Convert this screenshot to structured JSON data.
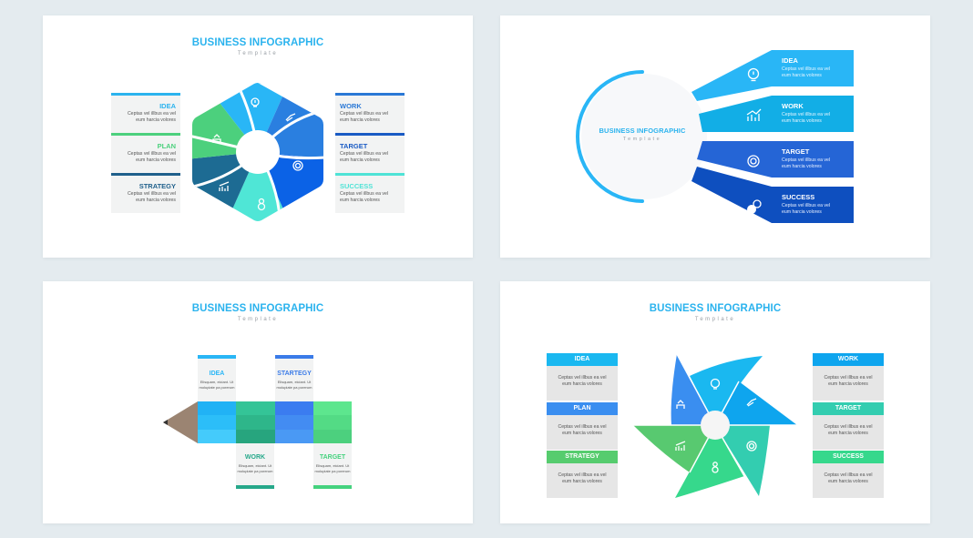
{
  "slides": [
    {
      "title": "BUSINESS INFOGRAPHIC",
      "subtitle": "Template",
      "layout": "hexagon-swirl",
      "left_items": [
        {
          "label": "IDEA",
          "desc_line1": "Ceptas vel illbus ea vel",
          "desc_line2": "eum harcia volores",
          "color": "#2bb3ee"
        },
        {
          "label": "PLAN",
          "desc_line1": "Ceptas vel illbus ea vel",
          "desc_line2": "eum harcia volores",
          "color": "#4cd07d"
        },
        {
          "label": "STRATEGY",
          "desc_line1": "Ceptas vel illbus ea vel",
          "desc_line2": "eum harcia volores",
          "color": "#1f5f8b"
        }
      ],
      "right_items": [
        {
          "label": "WORK",
          "desc_line1": "Ceptas vel illbus ea vel",
          "desc_line2": "eum harcia volores",
          "color": "#2a78d6"
        },
        {
          "label": "TARGET",
          "desc_line1": "Ceptas vel illbus ea vel",
          "desc_line2": "eum harcia volores",
          "color": "#1a5bc4"
        },
        {
          "label": "SUCCESS",
          "desc_line1": "Ceptas vel illbus ea vel",
          "desc_line2": "eum harcia volores",
          "color": "#4fe3d6"
        }
      ],
      "segment_icons": [
        "lightbulb-icon",
        "handshake-icon",
        "target-icon",
        "money-gear-icon",
        "growth-chart-icon",
        "team-icon"
      ]
    },
    {
      "title": "BUSINESS INFOGRAPHIC",
      "subtitle": "Template",
      "layout": "fan-banners",
      "items": [
        {
          "label": "IDEA",
          "desc_line1": "Ceptas vel illbus ea vel",
          "desc_line2": "eum harcia volores",
          "color": "#29b6f6",
          "icon": "lightbulb-icon"
        },
        {
          "label": "WORK",
          "desc_line1": "Ceptas vel illbus ea vel",
          "desc_line2": "eum harcia volores",
          "color": "#12aee6",
          "icon": "growth-chart-icon"
        },
        {
          "label": "TARGET",
          "desc_line1": "Ceptas vel illbus ea vel",
          "desc_line2": "eum harcia volores",
          "color": "#2565d6",
          "icon": "target-icon"
        },
        {
          "label": "SUCCESS",
          "desc_line1": "Ceptas vel illbus ea vel",
          "desc_line2": "eum harcia volores",
          "color": "#0e4fbf",
          "icon": "money-gear-icon"
        }
      ]
    },
    {
      "title": "BUSINESS INFOGRAPHIC",
      "subtitle": "Template",
      "layout": "pencil",
      "items": [
        {
          "label": "IDEA",
          "desc_line1": "Elisquam, eiciant. Ut",
          "desc_line2": "molupiate pa porerum",
          "color": "#29b6f6",
          "position": "top"
        },
        {
          "label": "WORK",
          "desc_line1": "Elisquam, eiciant. Ut",
          "desc_line2": "molupiate pa porerum",
          "color": "#26a88a",
          "position": "bottom"
        },
        {
          "label": "STARTEGY",
          "desc_line1": "Elisquam, eiciant. Ut",
          "desc_line2": "molupiate pa porerum",
          "color": "#3a7be8",
          "position": "top"
        },
        {
          "label": "TARGET",
          "desc_line1": "Elisquam, eiciant. Ut",
          "desc_line2": "molupiate pa porerum",
          "color": "#45d27e",
          "position": "bottom"
        }
      ]
    },
    {
      "title": "BUSINESS INFOGRAPHIC",
      "subtitle": "Template",
      "layout": "pinwheel",
      "left_items": [
        {
          "label": "IDEA",
          "desc_line1": "Ceptas vel illbus ea vel",
          "desc_line2": "eum harcia volores",
          "color": "#1ab8f0"
        },
        {
          "label": "PLAN",
          "desc_line1": "Ceptas vel illbus ea vel",
          "desc_line2": "eum harcia volores",
          "color": "#3a8ef0"
        },
        {
          "label": "STRATEGY",
          "desc_line1": "Ceptas vel illbus ea vel",
          "desc_line2": "eum harcia volores",
          "color": "#56cc6e"
        }
      ],
      "right_items": [
        {
          "label": "WORK",
          "desc_line1": "Ceptas vel illbus ea vel",
          "desc_line2": "eum harcia volores",
          "color": "#0ea5ee"
        },
        {
          "label": "TARGET",
          "desc_line1": "Ceptas vel illbus ea vel",
          "desc_line2": "eum harcia volores",
          "color": "#33cdb0"
        },
        {
          "label": "SUCCESS",
          "desc_line1": "Ceptas vel illbus ea vel",
          "desc_line2": "eum harcia volores",
          "color": "#36d88c"
        }
      ]
    }
  ]
}
